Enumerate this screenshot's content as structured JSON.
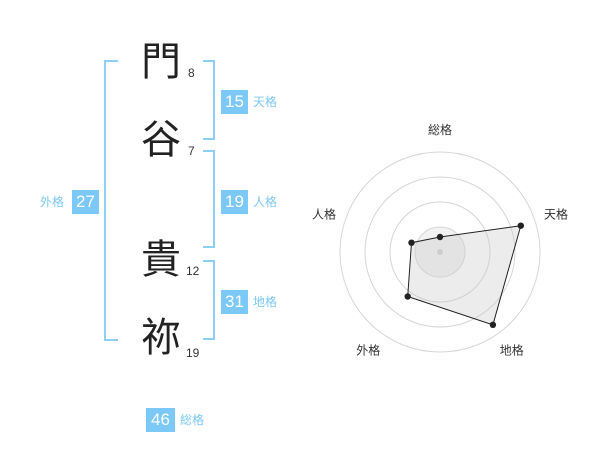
{
  "name": {
    "chars": [
      {
        "char": "門",
        "strokes": "8"
      },
      {
        "char": "谷",
        "strokes": "7"
      },
      {
        "char": "貴",
        "strokes": "12"
      },
      {
        "char": "祢",
        "strokes": "19"
      }
    ]
  },
  "kakusu": {
    "tenkaku": {
      "value": "15",
      "label": "天格"
    },
    "jinkaku": {
      "value": "19",
      "label": "人格"
    },
    "chikaku": {
      "value": "31",
      "label": "地格"
    },
    "gaikaku": {
      "value": "27",
      "label": "外格"
    },
    "soukaku": {
      "value": "46",
      "label": "総格"
    }
  },
  "colors": {
    "accent": "#7cc8f7",
    "bracket": "#8ecff7"
  },
  "chart_data": {
    "type": "radar",
    "axes": [
      "総格",
      "天格",
      "地格",
      "外格",
      "人格"
    ],
    "values": [
      0.15,
      0.85,
      0.9,
      0.55,
      0.3
    ],
    "rings": 4,
    "range": [
      0,
      1
    ]
  }
}
